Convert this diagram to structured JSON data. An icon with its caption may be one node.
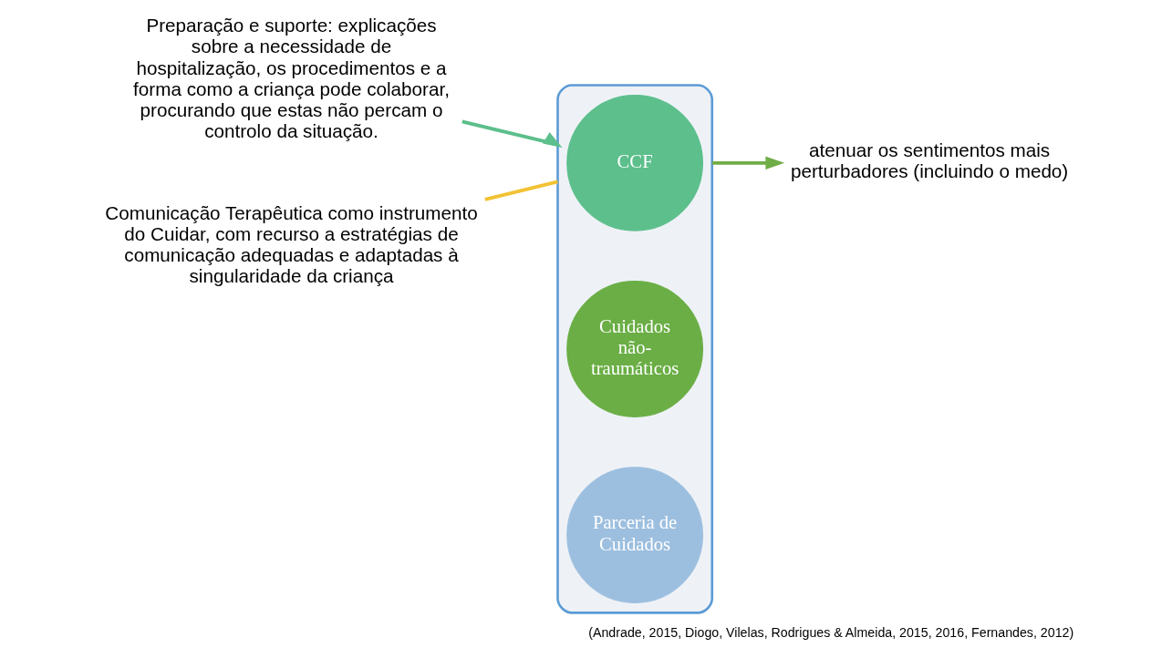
{
  "diagram": {
    "caption": "(Andrade, 2015, Diogo, Vilelas, Rodrigues & Almeida, 2015, 2016, Fernandes, 2012)",
    "nodes": [
      {
        "text": [
          "Preparação e suporte: explicações sobre a necessidade de hospitalização, os procedimentos e a forma como a criança pode colaborar, procurando que estas não percam o controlo da situação."
        ]
      },
      {
        "text": [],
        "shape": "funnel"
      },
      {
        "text": [
          "CCF"
        ],
        "in": 1
      },
      {
        "text": [
          "Cuidados não-traumáticos"
        ],
        "in": 1
      },
      {
        "text": [
          "Parceria de Cuidados"
        ],
        "in": 1
      },
      {
        "text": [
          "Comunicação Terapêutica como instrumento do Cuidar, com recurso a estratégias de comunicação adequadas e adaptadas à singularidade da criança"
        ]
      },
      {
        "text": [
          "atenuar os sentimentos mais perturbadores (incluindo o medo)"
        ]
      }
    ],
    "edges": [
      {
        "from": 0,
        "to": 1,
        "arrow": "to",
        "color": "#5cbf8c"
      },
      {
        "from": 5,
        "to": 1,
        "arrow": "none",
        "color": "#f2c232"
      },
      {
        "from": 1,
        "to": 6,
        "arrow": "to",
        "color": "#70ad47"
      }
    ]
  }
}
